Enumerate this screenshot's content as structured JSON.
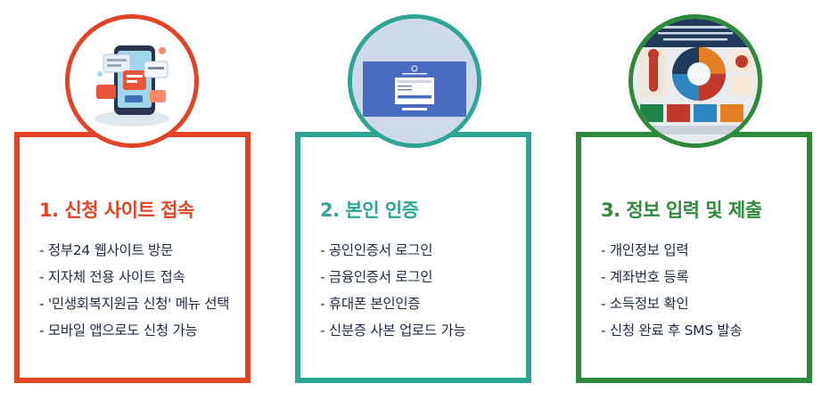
{
  "cards": [
    {
      "title": "1. 신청 사이트 접속",
      "color": "#e04424",
      "icon": "phone-app-icon",
      "items": [
        "- 정부24 웹사이트 방문",
        "- 지자체 전용 사이트 접속",
        "- '민생회복지원금 신청' 메뉴 선택",
        "- 모바일 앱으로도 신청 가능"
      ]
    },
    {
      "title": "2. 본인 인증",
      "color": "#2ea495",
      "icon": "login-screen-icon",
      "items": [
        "- 공인인증서 로그인",
        "- 금융인증서 로그인",
        "- 휴대폰 본인인증",
        "- 신분증 사본 업로드 가능"
      ]
    },
    {
      "title": "3. 정보 입력 및 제출",
      "color": "#2e8a3a",
      "icon": "infographic-icon",
      "items": [
        "- 개인정보 입력",
        "- 계좌번호 등록",
        "- 소득정보 확인",
        "- 신청 완료 후 SMS 발송"
      ]
    }
  ]
}
